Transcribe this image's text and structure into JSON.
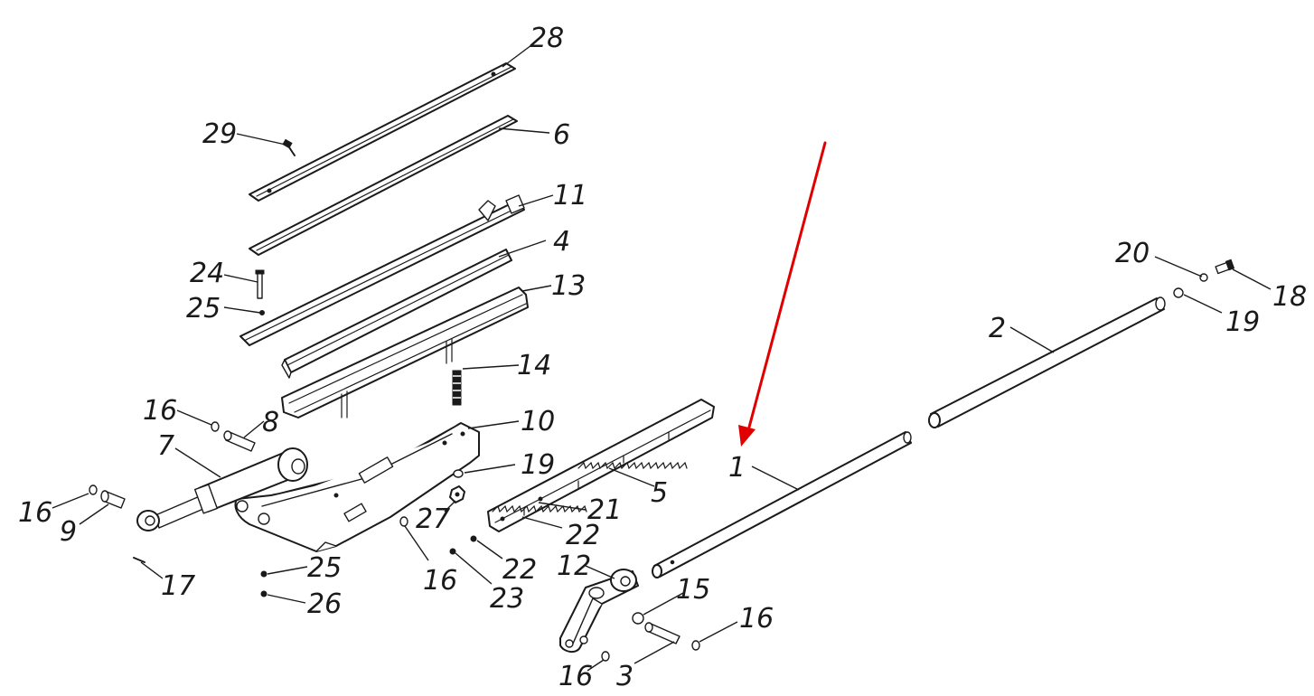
{
  "diagram": {
    "callouts": {
      "c28": "28",
      "c29": "29",
      "c6": "6",
      "c11": "11",
      "c4": "4",
      "c24": "24",
      "c25a": "25",
      "c13": "13",
      "c14": "14",
      "c16a": "16",
      "c8": "8",
      "c10": "10",
      "c7": "7",
      "c19a": "19",
      "c16b": "16",
      "c9": "9",
      "c27": "27",
      "c5": "5",
      "c21": "21",
      "c22a": "22",
      "c17": "17",
      "c25b": "25",
      "c16c": "16",
      "c22b": "22",
      "c26": "26",
      "c23": "23",
      "c12": "12",
      "c1": "1",
      "c2": "2",
      "c20": "20",
      "c18": "18",
      "c19b": "19",
      "c15": "15",
      "c16d": "16",
      "c16e": "16",
      "c3": "3"
    },
    "colors": {
      "line": "#1a1a1a",
      "arrow": "#e00000",
      "background": "#ffffff"
    }
  }
}
